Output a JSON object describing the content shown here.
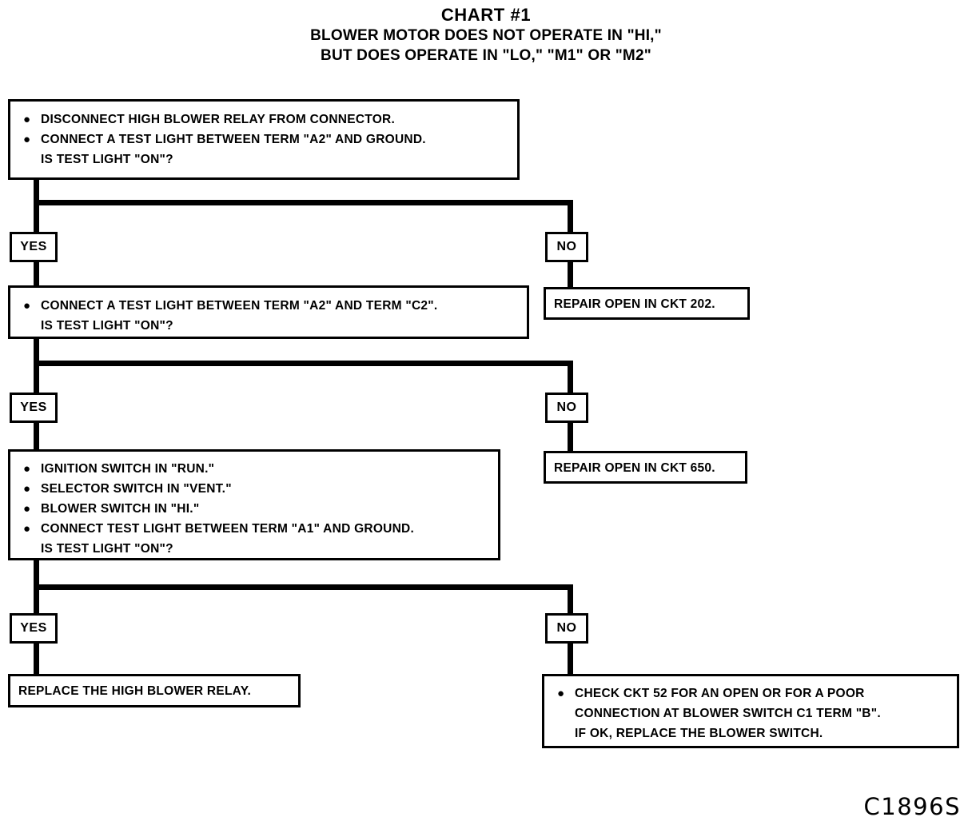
{
  "title": {
    "main": "CHART #1",
    "sub_line1": "BLOWER MOTOR DOES NOT OPERATE IN \"HI,\"",
    "sub_line2": "BUT DOES OPERATE IN \"LO,\" \"M1\" OR \"M2\""
  },
  "footer": {
    "code": "C1896S"
  },
  "labels": {
    "yes": "YES",
    "no": "NO"
  },
  "bullet_glyph": "●",
  "colors": {
    "ink": "#000000",
    "paper": "#ffffff"
  },
  "chart_data": {
    "type": "flowchart",
    "title": "CHART #1 — BLOWER MOTOR DOES NOT OPERATE IN \"HI,\" BUT DOES OPERATE IN \"LO,\" \"M1\" OR \"M2\""
  },
  "nodes": {
    "step1": {
      "lines": [
        {
          "bullet": true,
          "text": "DISCONNECT HIGH BLOWER RELAY FROM CONNECTOR."
        },
        {
          "bullet": true,
          "text": "CONNECT A TEST LIGHT BETWEEN TERM \"A2\" AND GROUND."
        },
        {
          "bullet": false,
          "text": "IS TEST LIGHT \"ON\"?"
        }
      ]
    },
    "step1_no": {
      "lines": [
        {
          "bullet": false,
          "text": "REPAIR OPEN IN CKT 202."
        }
      ]
    },
    "step2": {
      "lines": [
        {
          "bullet": true,
          "text": "CONNECT A TEST LIGHT BETWEEN TERM \"A2\" AND TERM \"C2\"."
        },
        {
          "bullet": false,
          "text": "IS TEST LIGHT \"ON\"?"
        }
      ]
    },
    "step2_no": {
      "lines": [
        {
          "bullet": false,
          "text": "REPAIR OPEN IN CKT 650."
        }
      ]
    },
    "step3": {
      "lines": [
        {
          "bullet": true,
          "text": "IGNITION SWITCH IN \"RUN.\""
        },
        {
          "bullet": true,
          "text": "SELECTOR SWITCH IN \"VENT.\""
        },
        {
          "bullet": true,
          "text": "BLOWER SWITCH IN \"HI.\""
        },
        {
          "bullet": true,
          "text": "CONNECT TEST LIGHT BETWEEN TERM \"A1\" AND GROUND."
        },
        {
          "bullet": false,
          "text": "IS TEST LIGHT \"ON\"?"
        }
      ]
    },
    "step3_yes": {
      "lines": [
        {
          "bullet": false,
          "text": "REPLACE THE HIGH BLOWER RELAY."
        }
      ]
    },
    "step3_no": {
      "lines": [
        {
          "bullet": true,
          "text": "CHECK CKT 52 FOR AN OPEN OR FOR A POOR"
        },
        {
          "bullet": false,
          "text": "CONNECTION AT BLOWER SWITCH C1 TERM \"B\"."
        },
        {
          "bullet": false,
          "text": "IF OK, REPLACE THE BLOWER SWITCH."
        }
      ]
    }
  }
}
